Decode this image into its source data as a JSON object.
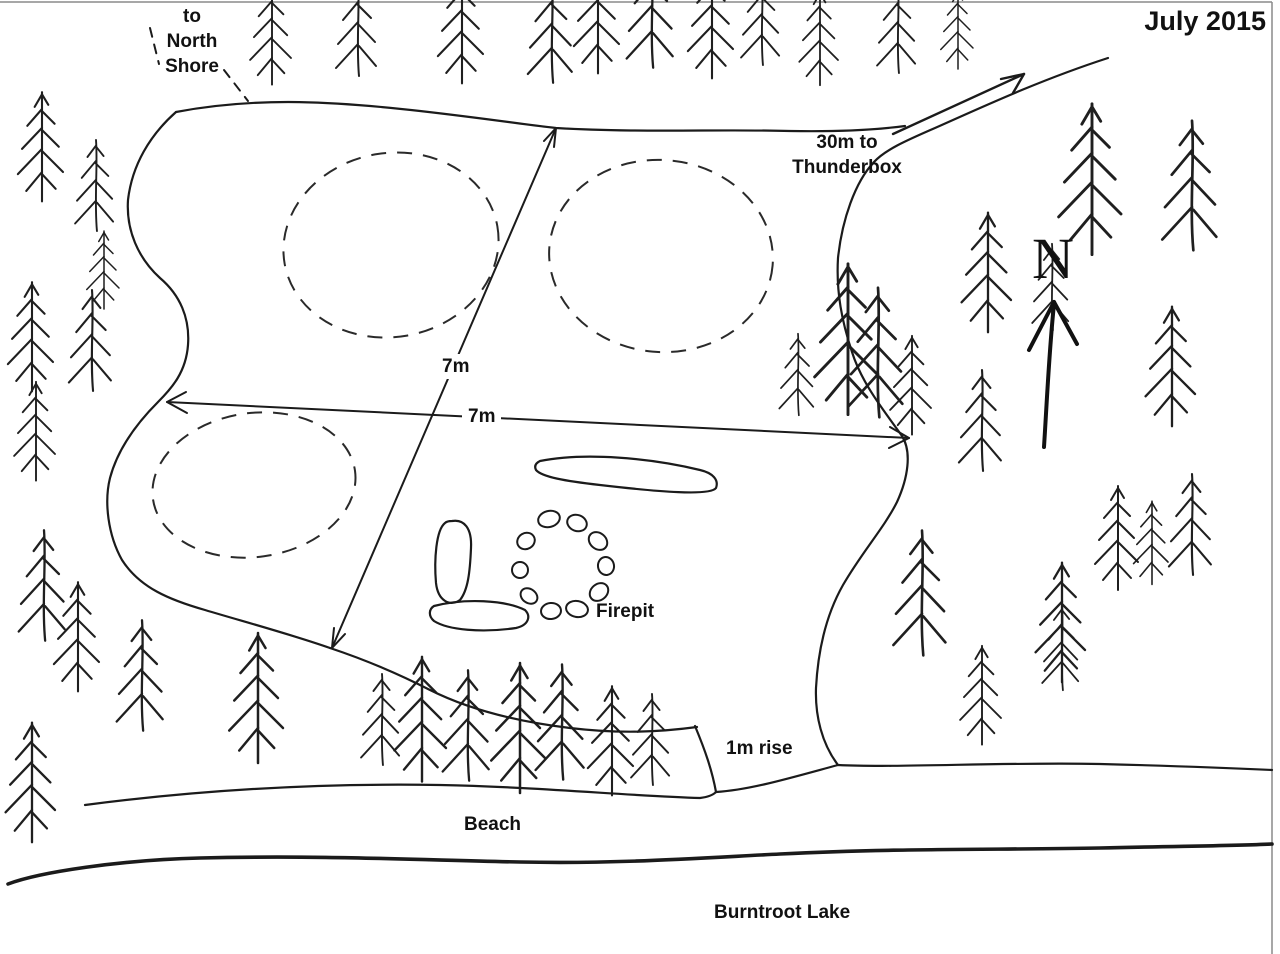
{
  "header": {
    "date": "July 2015"
  },
  "labels": {
    "north_shore": "to\nNorth\nShore",
    "thunderbox": "30m to\nThunderbox",
    "north_letter": "N",
    "dim_diagonal": "7m",
    "dim_horizontal": "7m",
    "firepit": "Firepit",
    "rise": "1m rise",
    "beach": "Beach",
    "lake": "Burntroot Lake"
  },
  "colors": {
    "ink": "#1b1b1b",
    "paper": "#ffffff"
  }
}
